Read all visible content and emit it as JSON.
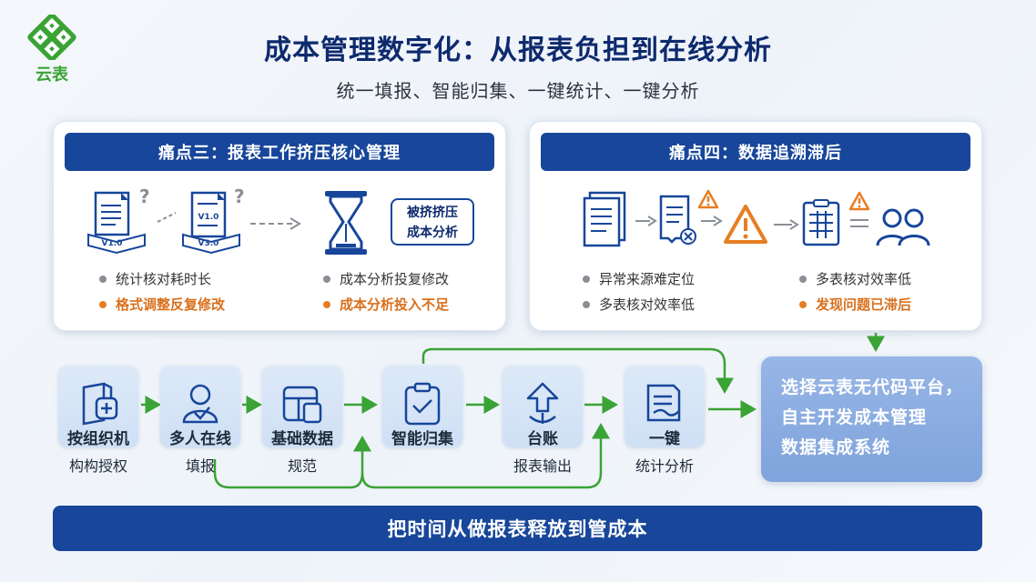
{
  "logo": {
    "text": "云表"
  },
  "title": "成本管理数字化：从报表负担到在线分析",
  "subtitle": "统一填报、智能归集、一键统计、一键分析",
  "panel_left": {
    "header": "痛点三：报表工作挤压核心管理",
    "doc1_version": "V1.0",
    "doc2_version_top": "V1.0",
    "doc2_version_bottom": "V3.0",
    "squeezed_box": [
      "被挤挤压",
      "成本分析"
    ],
    "bullets": [
      {
        "text": "统计核对耗时长",
        "style": "grey"
      },
      {
        "text": "成本分析投复修改",
        "style": "grey"
      },
      {
        "text": "格式调整反复修改",
        "style": "orange"
      },
      {
        "text": "成本分析投入不足",
        "style": "orange"
      }
    ]
  },
  "panel_right": {
    "header": "痛点四：数据追溯滞后",
    "bullets": [
      {
        "text": "异常来源难定位",
        "style": "grey"
      },
      {
        "text": "多表核对效率低",
        "style": "grey"
      },
      {
        "text": "多表核对效率低",
        "style": "grey"
      },
      {
        "text": "发现问题已滞后",
        "style": "orange"
      }
    ]
  },
  "flow": [
    {
      "line1": "按组织机",
      "line2": "构构授权",
      "icon": "org-permission-icon"
    },
    {
      "line1": "多人在线",
      "line2": "填报",
      "icon": "user-fill-icon"
    },
    {
      "line1": "基础数据",
      "line2": "规范",
      "icon": "data-template-icon"
    },
    {
      "line1": "智能归集",
      "line2": "",
      "icon": "clipboard-icon"
    },
    {
      "line1": "台账",
      "line2": "报表输出",
      "icon": "export-icon"
    },
    {
      "line1": "一键",
      "line2": "统计分析",
      "icon": "report-icon"
    }
  ],
  "cta": [
    "选择云表无代码平台，",
    "自主开发成本管理",
    "数据集成系统"
  ],
  "bottom_banner": "把时间从做报表释放到管成本",
  "colors": {
    "primary": "#17469a",
    "accent_orange": "#e67e22",
    "flow_green": "#3aa335",
    "logo_green": "#3aa335"
  }
}
